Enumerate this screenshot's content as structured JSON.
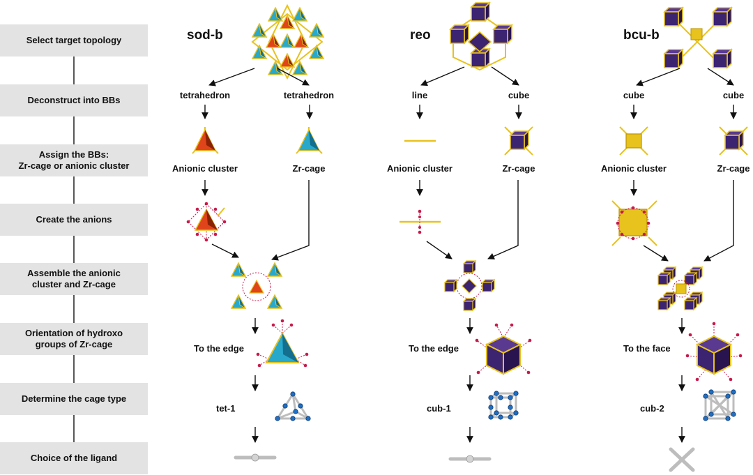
{
  "steps": [
    {
      "line1": "Select target topology",
      "line2": ""
    },
    {
      "line1": "Deconstruct into BBs",
      "line2": ""
    },
    {
      "line1": "Assign the BBs:",
      "line2": "Zr-cage or anionic cluster"
    },
    {
      "line1": "Create the anions",
      "line2": ""
    },
    {
      "line1": "Assemble the anionic",
      "line2": "cluster and Zr-cage"
    },
    {
      "line1": "Orientation of hydroxo",
      "line2": "groups of Zr-cage"
    },
    {
      "line1": "Determine the cage type",
      "line2": ""
    },
    {
      "line1": "Choice of the ligand",
      "line2": ""
    }
  ],
  "columns": [
    {
      "topology": "sod-b",
      "bb_left": "tetrahedron",
      "bb_right": "tetrahedron",
      "assign_left": "Anionic cluster",
      "assign_right": "Zr-cage",
      "orientation": "To the edge",
      "cage_type": "tet-1",
      "ligand": "linear-ligand"
    },
    {
      "topology": "reo",
      "bb_left": "line",
      "bb_right": "cube",
      "assign_left": "Anionic cluster",
      "assign_right": "Zr-cage",
      "orientation": "To the edge",
      "cage_type": "cub-1",
      "ligand": "linear-ligand"
    },
    {
      "topology": "bcu-b",
      "bb_left": "cube",
      "bb_right": "cube",
      "assign_left": "Anionic cluster",
      "assign_right": "Zr-cage",
      "orientation": "To the face",
      "cage_type": "cub-2",
      "ligand": "x-shaped-ligand"
    }
  ],
  "colors": {
    "cyan": "#28a9cc",
    "orange": "#e0441a",
    "purple": "#3d2470",
    "gold": "#e8c21d",
    "red": "#c8194a",
    "blue": "#1f6fc4",
    "grey": "#bdbdbd",
    "box": "#e3e3e3"
  }
}
